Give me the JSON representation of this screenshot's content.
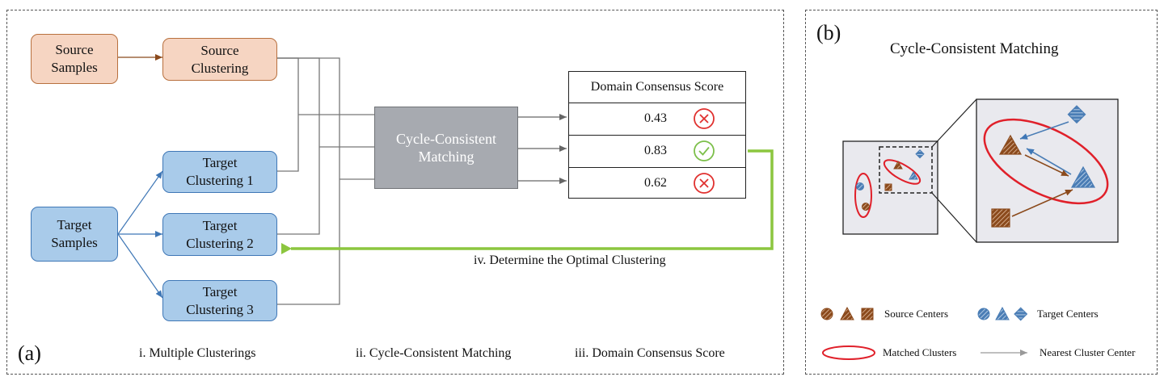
{
  "panel_a": {
    "label": "(a)",
    "source_samples": "Source\nSamples",
    "source_clustering": "Source\nClustering",
    "target_samples": "Target\nSamples",
    "target_clusterings": [
      "Target\nClustering 1",
      "Target\nClustering 2",
      "Target\nClustering 3"
    ],
    "matching": "Cycle-Consistent\nMatching",
    "score_header": "Domain Consensus Score",
    "scores": [
      {
        "value": "0.43",
        "status": "rejected",
        "icon": "cross-circle-icon"
      },
      {
        "value": "0.83",
        "status": "selected",
        "icon": "check-circle-icon"
      },
      {
        "value": "0.62",
        "status": "rejected",
        "icon": "cross-circle-icon"
      }
    ],
    "feedback_label": "iv. Determine the  Optimal Clustering",
    "steps": [
      "i. Multiple Clusterings",
      "ii. Cycle-Consistent Matching",
      "iii. Domain Consensus Score"
    ]
  },
  "panel_b": {
    "label": "(b)",
    "title": "Cycle-Consistent Matching",
    "legend": {
      "source_centers": "Source Centers",
      "target_centers": "Target Centers",
      "matched_clusters": "Matched Clusters",
      "nearest_center": "Nearest Cluster Center"
    }
  },
  "colors": {
    "source_fill": "#f6d5c2",
    "source_stroke": "#b8703e",
    "target_fill": "#a9cbea",
    "target_stroke": "#3f77b6",
    "matching_fill": "#a7aab0",
    "feedback_green": "#8cc63f",
    "reject_red": "#e0312f",
    "accept_green": "#7cbf4a",
    "source_center": "#8b4a1c",
    "target_center": "#4a7db5",
    "match_ellipse": "#e0202a"
  }
}
